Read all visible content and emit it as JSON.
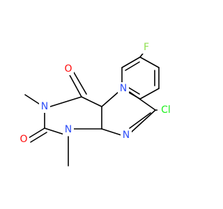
{
  "molecule": {
    "atoms": {
      "fluorine": {
        "text": "F",
        "color": "#90E050"
      },
      "chlorine": {
        "text": "Cl",
        "color": "#1FF01F"
      },
      "n7": {
        "text": "N",
        "color": "#3050F8"
      },
      "n9": {
        "text": "N",
        "color": "#3050F8"
      },
      "n1": {
        "text": "N",
        "color": "#3050F8"
      },
      "n3": {
        "text": "N",
        "color": "#3050F8"
      },
      "o6": {
        "text": "O",
        "color": "#FF0D0D"
      },
      "o2": {
        "text": "O",
        "color": "#FF0D0D"
      }
    },
    "bond_color": "#000000"
  }
}
